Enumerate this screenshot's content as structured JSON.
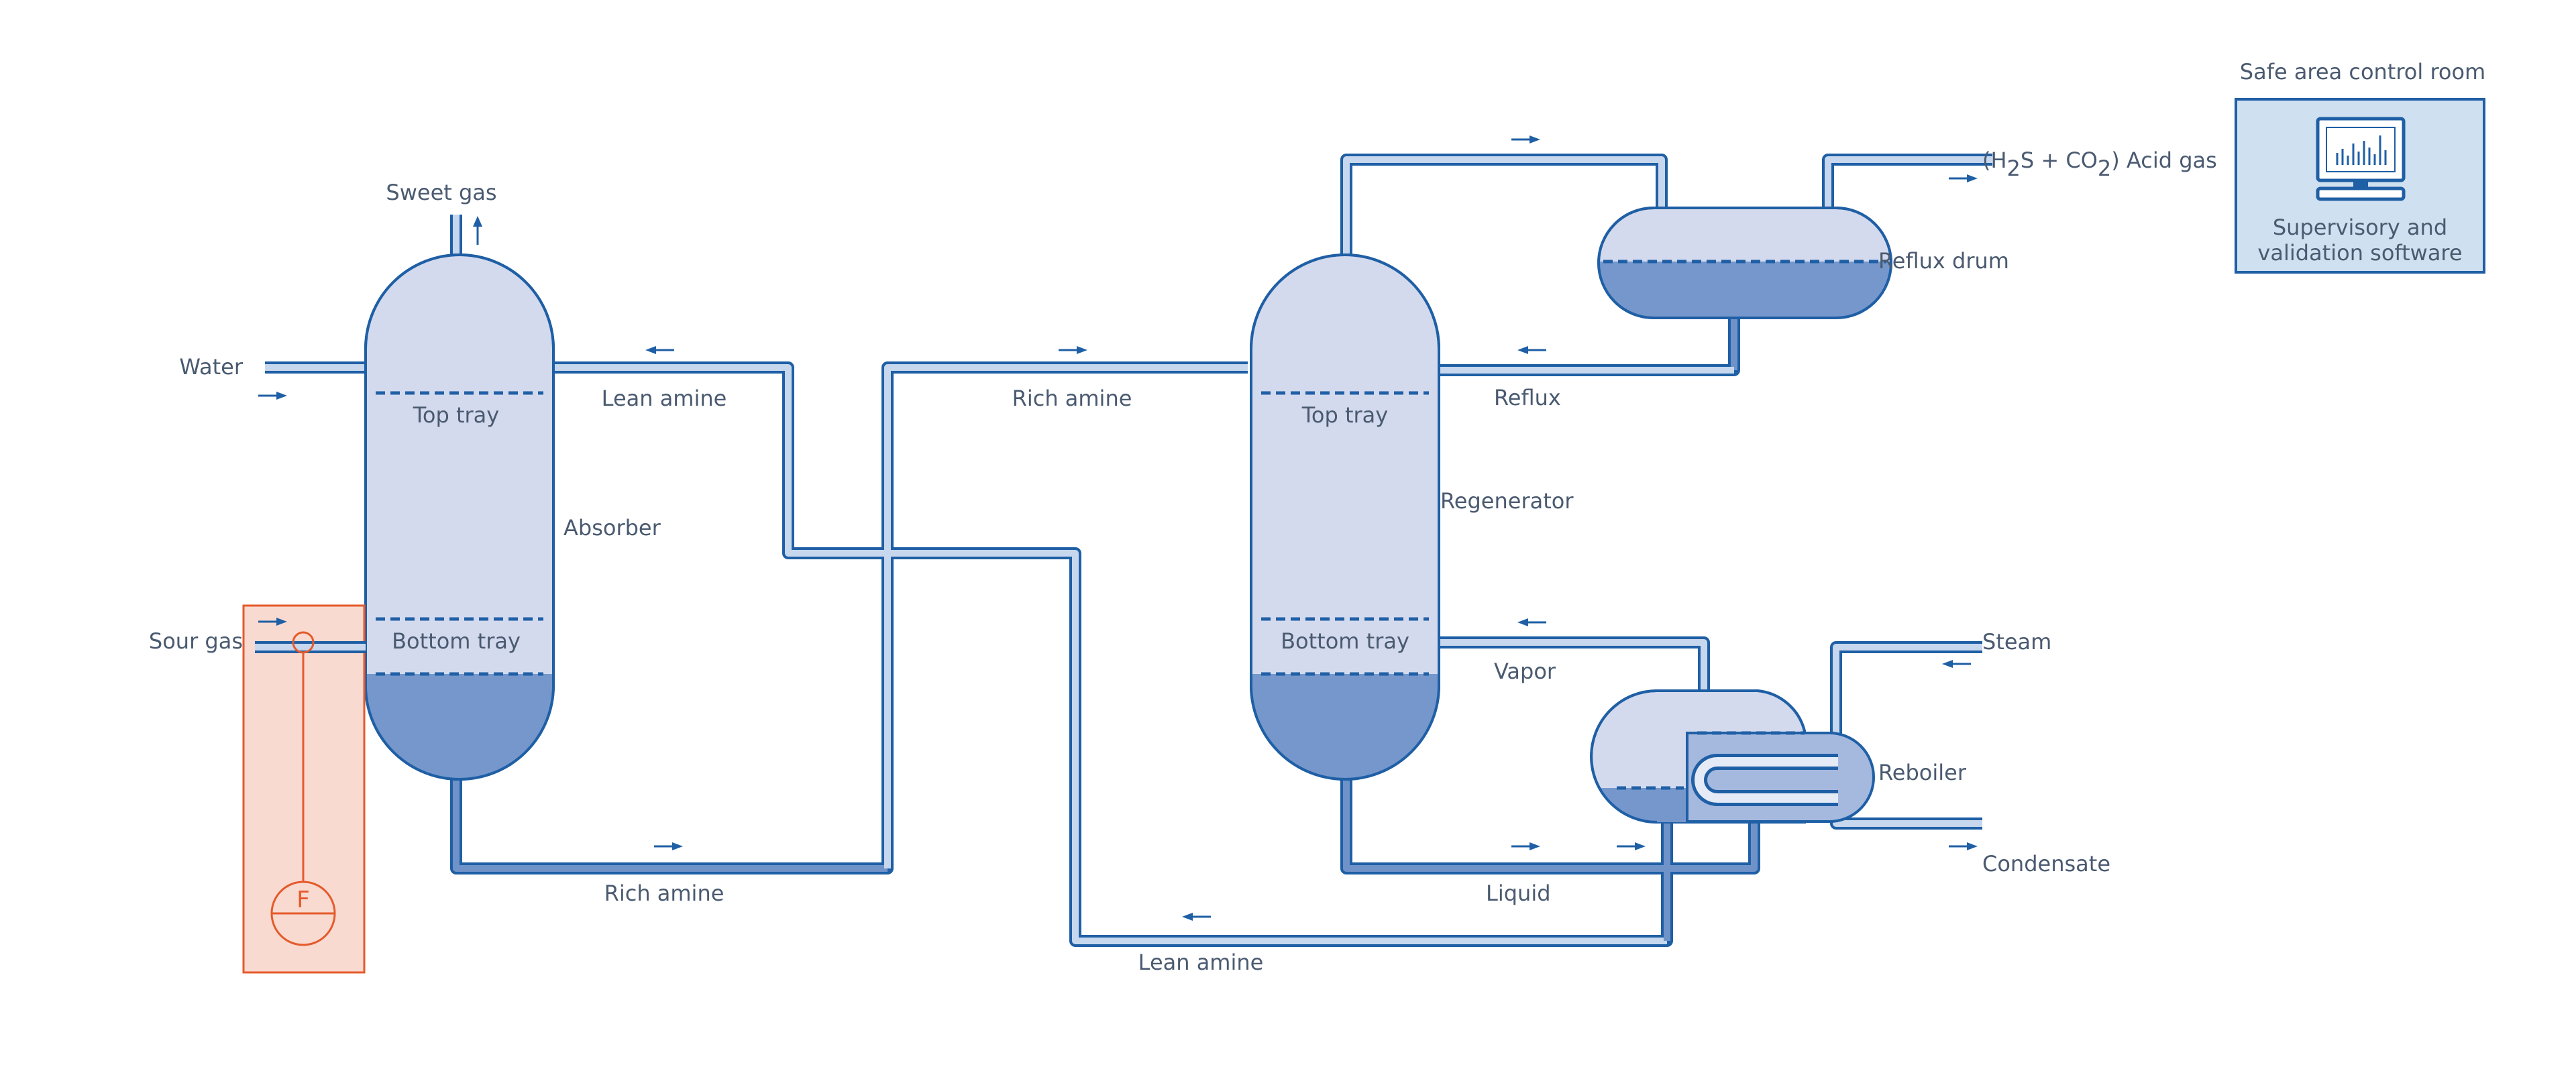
{
  "labels": {
    "sweet_gas": "Sweet gas",
    "water": "Water",
    "sour_gas": "Sour gas",
    "absorber": "Absorber",
    "absorber_top_tray": "Top tray",
    "absorber_bottom_tray": "Bottom tray",
    "lean_amine_top": "Lean amine",
    "rich_amine_bottom": "Rich amine",
    "rich_amine_top": "Rich amine",
    "lean_amine_bottom": "Lean amine",
    "regenerator": "Regenerator",
    "regenerator_top_tray": "Top tray",
    "regenerator_bottom_tray": "Bottom tray",
    "reflux": "Reflux",
    "reflux_drum": "Reflux drum",
    "vapor": "Vapor",
    "liquid": "Liquid",
    "reboiler": "Reboiler",
    "steam": "Steam",
    "condensate": "Condensate",
    "acid_gas_open": "(H",
    "acid_gas_sub1": "2",
    "acid_gas_mid": "S + CO",
    "acid_gas_sub2": "2",
    "acid_gas_close": ") Acid gas",
    "flow_meter_symbol": "F",
    "control_room_title": "Safe area control room",
    "software_line1": "Supervisory and",
    "software_line2": "validation software"
  },
  "colors": {
    "pipe_outline": "#1f5fa5",
    "lean_fill": "#c6d7ee",
    "rich_fill": "#6f93c9",
    "vessel_fill": "#d3daee",
    "liquid_fill": "#7597cc",
    "instrument": "#e55a2b",
    "instrument_box": "#f9dad0",
    "control_box": "#cfe0f0",
    "text": "#4a5a70"
  },
  "icons": {
    "monitor": "monitor-icon",
    "flow_meter": "flow-meter-icon",
    "flow_arrow": "flow-arrow-icon"
  }
}
